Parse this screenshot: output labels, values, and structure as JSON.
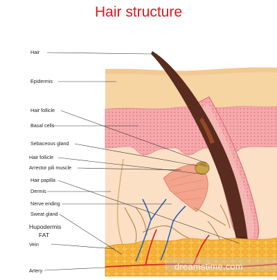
{
  "title": "Hair structure",
  "labels": {
    "hair": "Hair",
    "epidermis": "Epidermis",
    "hair_follicle_1": "Hair follicle",
    "basal_cells": "Basal cells",
    "sebaceous_gland": "Sebaceous gland",
    "hair_follicle_2": "Hair follicle",
    "arrector_pili_muscle": "Arrector pili muscle",
    "hair_papilla": "Hair papilla",
    "dermis": "Dermis",
    "nerve_ending": "Nerve ending",
    "sweat_gland": "Sweat gland",
    "hypodermis": "Hupodermis",
    "fat": "FAT",
    "vein": "Vein",
    "artery": "Artery"
  },
  "watermark": "dreamstime.com",
  "colors": {
    "title": "#e0151b",
    "epidermis": "#f7d7a4",
    "basal_layer": "#f2a2a6",
    "dermis": "#fbdcbf",
    "fat": "#f6b43a",
    "hair": "#5a2c1f",
    "vein": "#2f5fb0",
    "artery": "#d8262c"
  }
}
